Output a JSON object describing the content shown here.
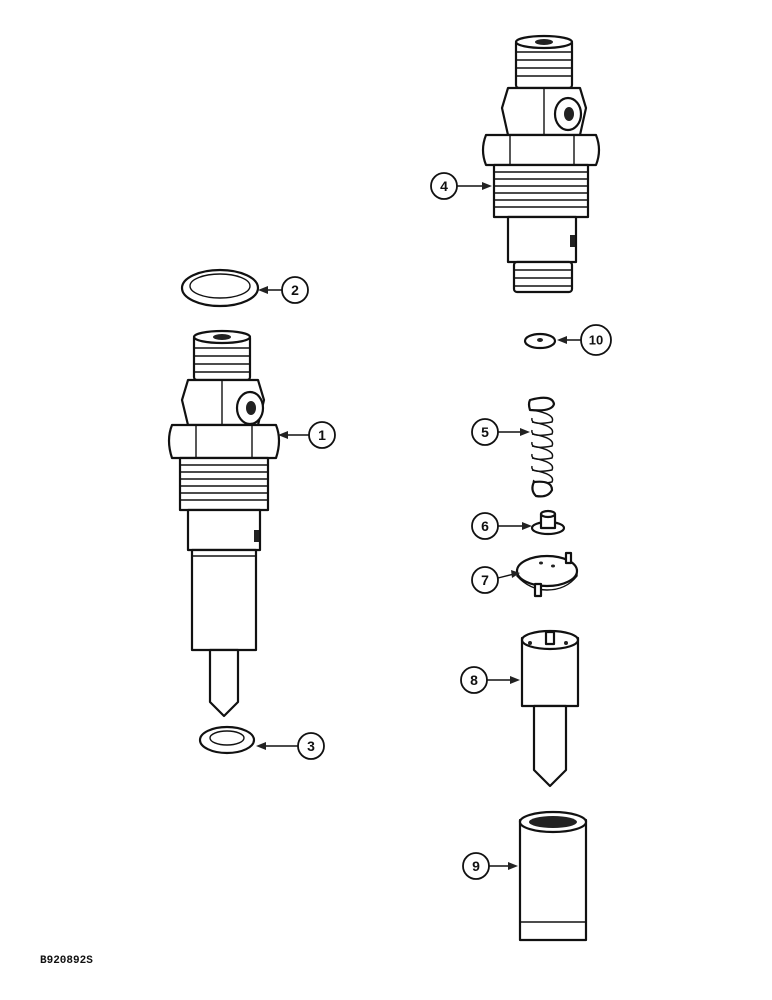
{
  "figure_code": "B920892S",
  "callouts": [
    {
      "id": "callout-1",
      "label": "1"
    },
    {
      "id": "callout-2",
      "label": "2"
    },
    {
      "id": "callout-3",
      "label": "3"
    },
    {
      "id": "callout-4",
      "label": "4"
    },
    {
      "id": "callout-5",
      "label": "5"
    },
    {
      "id": "callout-6",
      "label": "6"
    },
    {
      "id": "callout-7",
      "label": "7"
    },
    {
      "id": "callout-8",
      "label": "8"
    },
    {
      "id": "callout-9",
      "label": "9"
    },
    {
      "id": "callout-10",
      "label": "10"
    }
  ],
  "colors": {
    "ink": "#111111",
    "paper": "#ffffff"
  }
}
